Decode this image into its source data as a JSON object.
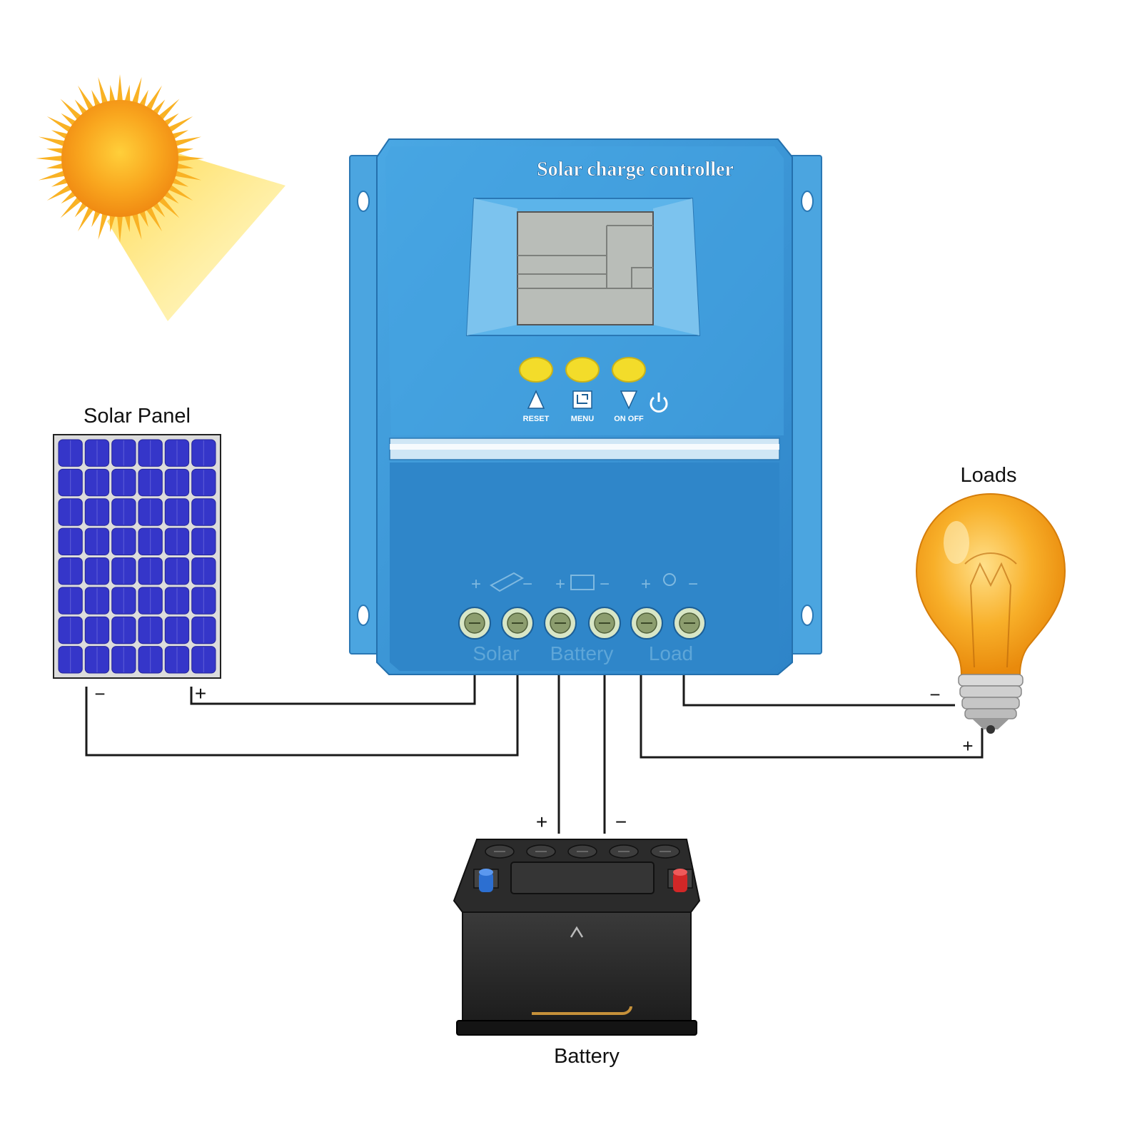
{
  "controller": {
    "title": "Solar charge controller",
    "buttons": [
      {
        "label": "RESET",
        "icon": "up-arrow-icon"
      },
      {
        "label": "MENU",
        "icon": "menu-icon"
      },
      {
        "label": "ON OFF",
        "icon": "down-arrow-icon"
      }
    ],
    "power_icon": "power-icon",
    "terminal_groups": [
      "Solar",
      "Battery",
      "Load"
    ],
    "colors": {
      "body": "#3f9bd9",
      "body_dark": "#2a7fc0",
      "button": "#f3dc2a",
      "lcd": "#b9bdb8"
    }
  },
  "solar_panel": {
    "label": "Solar Panel",
    "minus": "−",
    "plus": "+",
    "cell_color": "#3536c9"
  },
  "battery": {
    "label": "Battery",
    "plus": "+",
    "minus": "−"
  },
  "loads": {
    "label": "Loads",
    "minus": "−",
    "plus": "+",
    "bulb_color": "#f5a81c"
  },
  "sun": {
    "color": "#f7a21b"
  }
}
